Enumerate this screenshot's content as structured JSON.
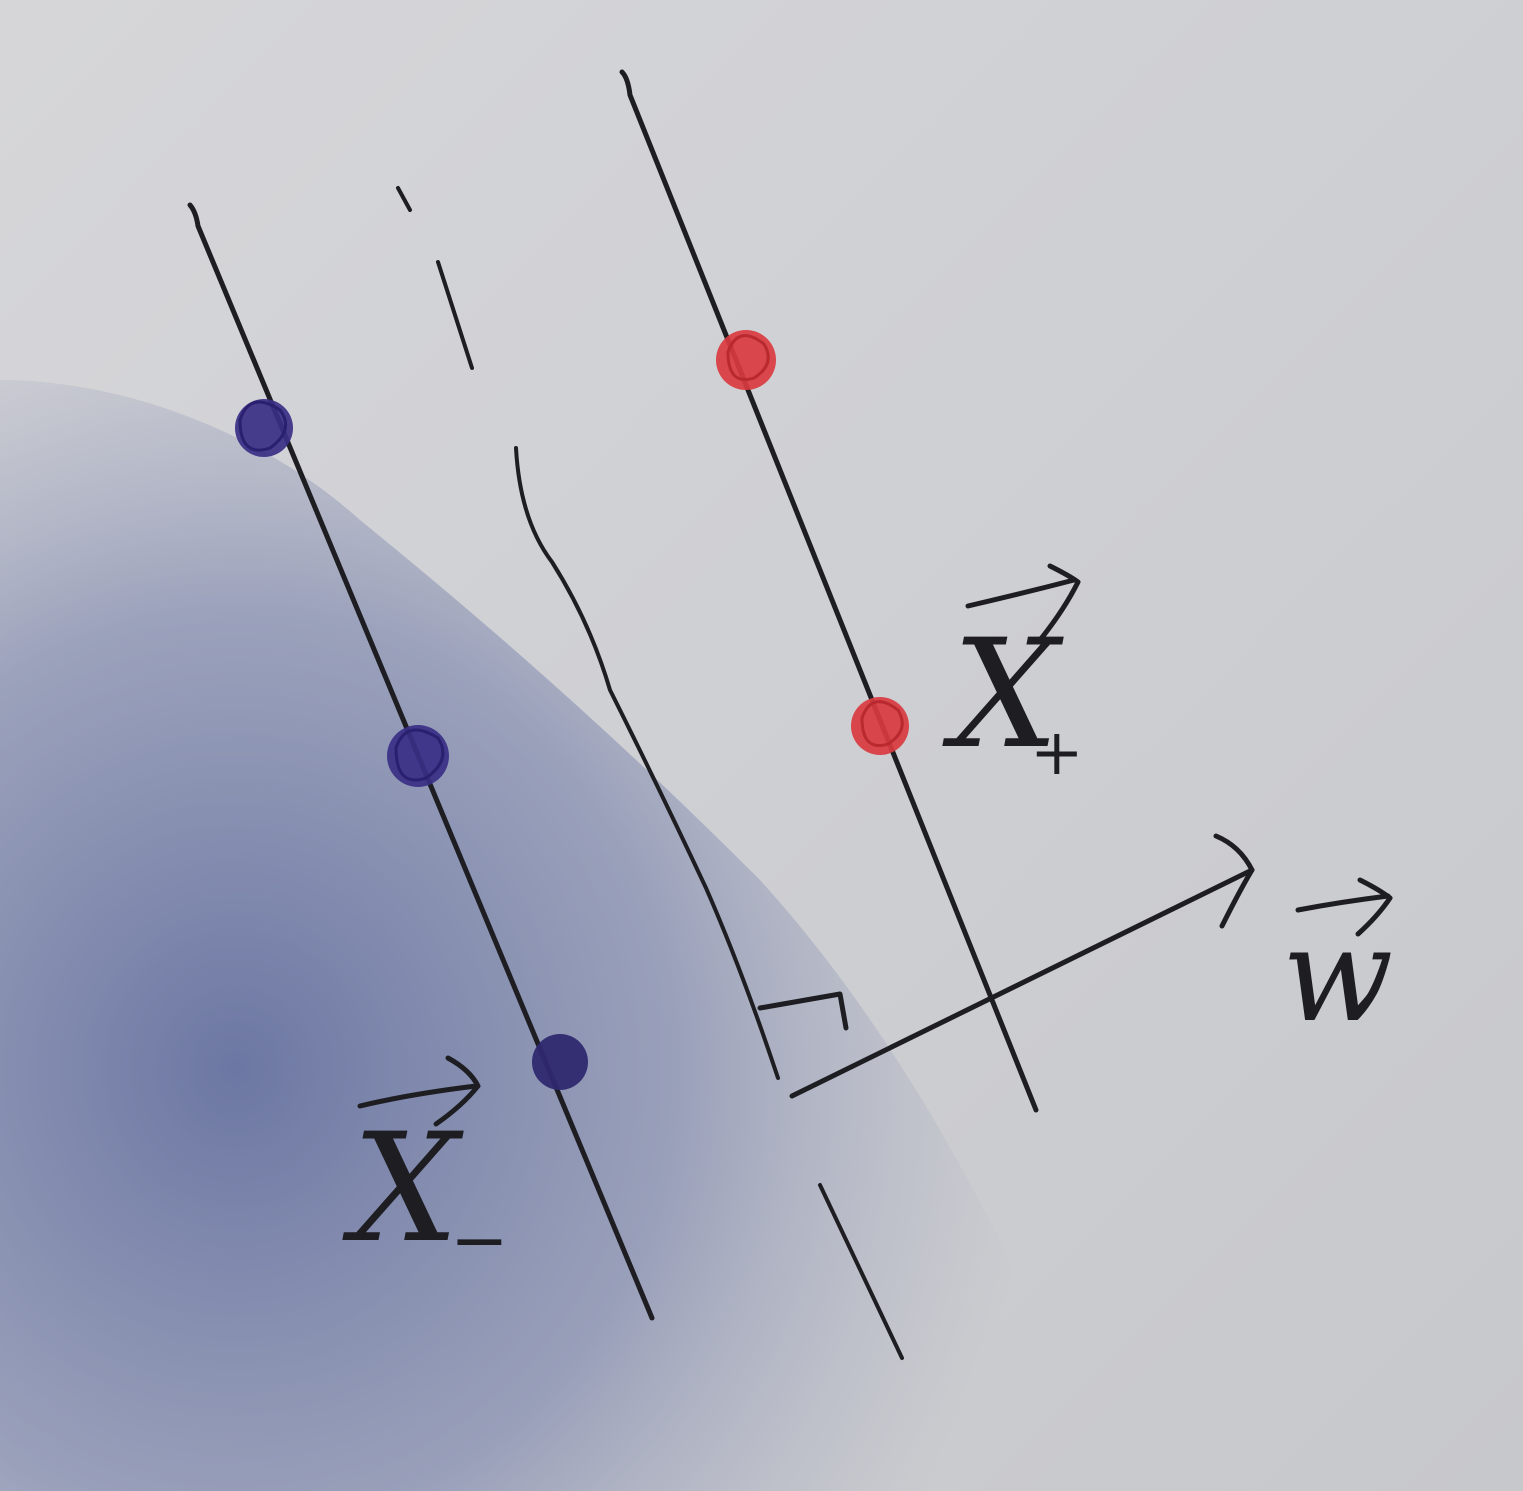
{
  "labels": {
    "x_minus": "X",
    "x_minus_sub": "−",
    "x_plus": "X",
    "x_plus_sub": "+",
    "w": "w"
  },
  "colors": {
    "ink": "#1d1d22",
    "negative_points": "#3a2f86",
    "positive_points": "#d93a3f",
    "paper": "#d4d4d6",
    "shadow": "#5f6d9c"
  },
  "points": {
    "negative_count": 3,
    "positive_count": 2
  }
}
